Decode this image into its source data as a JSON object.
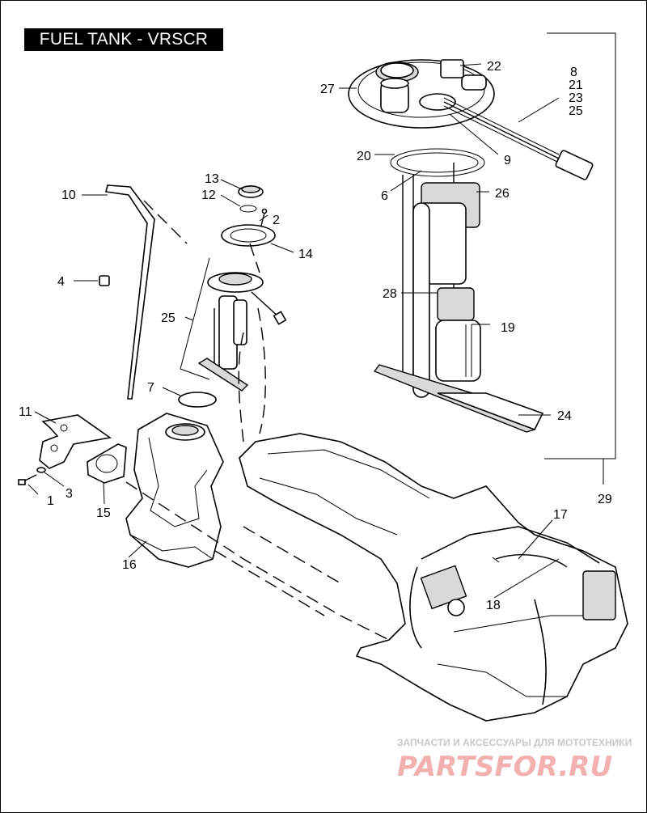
{
  "title": "FUEL TANK - VRSCR",
  "callouts": [
    {
      "id": "c1",
      "text": "1"
    },
    {
      "id": "c2",
      "text": "2"
    },
    {
      "id": "c3",
      "text": "3"
    },
    {
      "id": "c4",
      "text": "4"
    },
    {
      "id": "c6",
      "text": "6"
    },
    {
      "id": "c7",
      "text": "7"
    },
    {
      "id": "c8",
      "text": "8"
    },
    {
      "id": "c9",
      "text": "9"
    },
    {
      "id": "c10",
      "text": "10"
    },
    {
      "id": "c11",
      "text": "11"
    },
    {
      "id": "c12",
      "text": "12"
    },
    {
      "id": "c13",
      "text": "13"
    },
    {
      "id": "c14",
      "text": "14"
    },
    {
      "id": "c15",
      "text": "15"
    },
    {
      "id": "c16",
      "text": "16"
    },
    {
      "id": "c17",
      "text": "17"
    },
    {
      "id": "c18",
      "text": "18"
    },
    {
      "id": "c19",
      "text": "19"
    },
    {
      "id": "c20",
      "text": "20"
    },
    {
      "id": "c21",
      "text": "21"
    },
    {
      "id": "c22",
      "text": "22"
    },
    {
      "id": "c23",
      "text": "23"
    },
    {
      "id": "c24",
      "text": "24"
    },
    {
      "id": "c25a",
      "text": "25"
    },
    {
      "id": "c25b",
      "text": "25"
    },
    {
      "id": "c26",
      "text": "26"
    },
    {
      "id": "c27",
      "text": "27"
    },
    {
      "id": "c28",
      "text": "28"
    },
    {
      "id": "c29",
      "text": "29"
    }
  ],
  "watermark": {
    "tagline": "ЗАПЧАСТИ И АКСЕССУАРЫ ДЛЯ МОТОТЕХНИКИ",
    "brand": "PARTSFOR.RU",
    "color": "#e87878"
  }
}
